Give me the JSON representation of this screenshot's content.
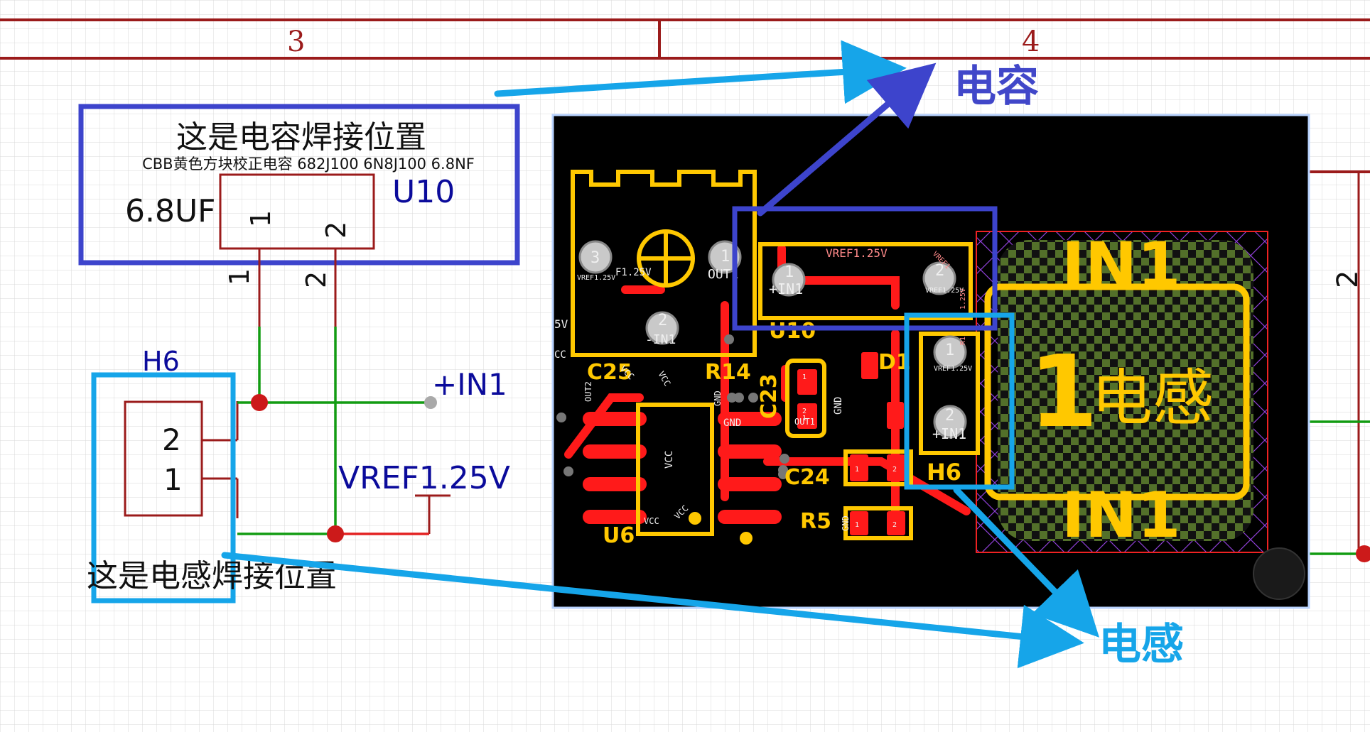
{
  "schematic": {
    "zone_labels": [
      "3",
      "4"
    ],
    "capacitor_caption": "这是电容焊接位置",
    "capacitor_spec": "CBB黄色方块校正电容 682J100 6N8J100 6.8NF",
    "capacitor_value": "6.8UF",
    "capacitor_ref": "U10",
    "capacitor_pins": [
      "1",
      "2"
    ],
    "inductor_ref": "H6",
    "inductor_pins": [
      "2",
      "1"
    ],
    "inductor_caption": "这是电感焊接位置",
    "net_in": "+IN1",
    "net_vref": "VREF1.25V",
    "right_pin": "2"
  },
  "pcb": {
    "left_labels": [
      "3",
      "F1.25V",
      "VREF1.25V",
      "1",
      "OUT1",
      "2",
      "-IN1",
      "5V",
      "CC",
      "OUT2",
      "C25",
      "VCC",
      "VCC",
      "GND",
      "R14",
      "C23",
      "GND",
      "1",
      "2",
      "1",
      "OUT1",
      "GND",
      "C24",
      "1",
      "2",
      "R5",
      "1",
      "2",
      "GND",
      "U6",
      "VCC",
      "VCC",
      "VCC",
      "U10"
    ],
    "u10_labels": [
      "VREF1.25V",
      "1",
      "+IN1",
      "2",
      "VREF1.25V",
      "VREF1",
      "1.25V"
    ],
    "h6_labels": [
      "1",
      "VREF1.25V",
      "2",
      "+IN1",
      "H6",
      "D1",
      "R1"
    ],
    "qr_labels": [
      "IN1",
      "1",
      "电感",
      "IN1"
    ]
  },
  "callouts": {
    "capacitor": "电容",
    "inductor": "电感"
  },
  "colors": {
    "frame": "#9b1b1b",
    "grid": "#d7d7d7",
    "wire": "#129c12",
    "net_label": "#0b0b9b",
    "callout_dark": "#4147c9",
    "callout_light": "#16a5e9",
    "pcb_bg": "#000000",
    "copper": "#ff1a1a",
    "silk": "#ffc800",
    "qr_green": "#53702a"
  }
}
